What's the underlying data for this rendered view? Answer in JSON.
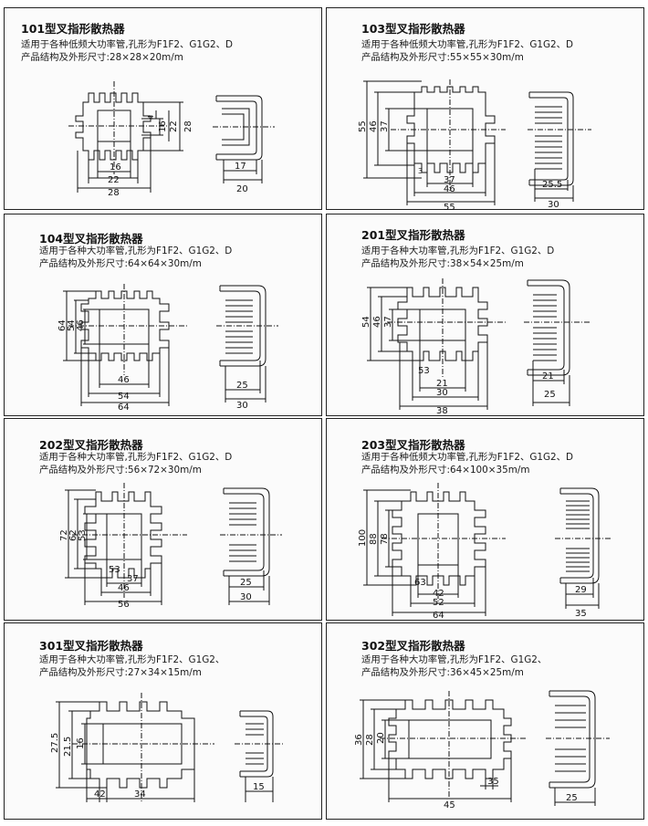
{
  "colors": {
    "ink": "#111111",
    "paper": "#ffffff",
    "panel": "#fbfbfb"
  },
  "products": [
    {
      "title": "101型叉指形散热器",
      "line1": "适用于各种低频大功率管,孔形为F1F2、G1G2、D",
      "line2": "产品结构及外形尺寸:28×28×20m/m",
      "front_dims": {
        "bottom": [
          "16",
          "22",
          "28"
        ],
        "right": [
          "4",
          "16",
          "22",
          "28"
        ]
      },
      "side_dims": [
        "17",
        "20"
      ]
    },
    {
      "title": "103型叉指形散热器",
      "line1": "适用于各种低频大功率管,孔形为F1F2、G1G2、D",
      "line2": "产品结构及外形尺寸:55×55×30m/m",
      "front_dims": {
        "left": [
          "55",
          "46",
          "37"
        ],
        "corner": "3",
        "bottom": [
          "37",
          "46",
          "55"
        ]
      },
      "side_dims": [
        "25.5",
        "30"
      ]
    },
    {
      "title": "104型叉指形散热器",
      "line1": "适用于各种大功率管,孔形为F1F2、G1G2、D",
      "line2": "产品结构及外形尺寸:64×64×30m/m",
      "front_dims": {
        "left": [
          "64",
          "54",
          "46"
        ],
        "bottom": [
          "46",
          "54",
          "64"
        ]
      },
      "side_dims": [
        "25",
        "30"
      ]
    },
    {
      "title": "201型叉指形散热器",
      "line1": "适用于各种大功率管,孔形为F1F2、G1G2、D",
      "line2": "产品结构及外形尺寸:38×54×25m/m",
      "front_dims": {
        "left": [
          "54",
          "46",
          "37"
        ],
        "corner": "53",
        "bottom": [
          "21",
          "30",
          "38"
        ]
      },
      "side_dims": [
        "21",
        "25"
      ]
    },
    {
      "title": "202型叉指形散热器",
      "line1": "适用于各种大功率管,孔形为F1F2、G1G2、D",
      "line2": "产品结构及外形尺寸:56×72×30m/m",
      "front_dims": {
        "left": [
          "72",
          "62",
          "53"
        ],
        "corner": "53",
        "bottom": [
          "37",
          "46",
          "56"
        ]
      },
      "side_dims": [
        "25",
        "30"
      ]
    },
    {
      "title": "203型叉指形散热器",
      "line1": "适用于各种低频大功率管,孔形为F1F2、G1G2、D",
      "line2": "产品结构及外形尺寸:64×100×35m/m",
      "front_dims": {
        "left": [
          "100",
          "88",
          "78"
        ],
        "corner": "63",
        "bottom": [
          "42",
          "52",
          "64"
        ]
      },
      "side_dims": [
        "29",
        "35"
      ]
    },
    {
      "title": "301型叉指形散热器",
      "line1": "适用于各种大功率管,孔形为F1F2、G1G2、",
      "line2": "产品结构及外形尺寸:27×34×15m/m",
      "front_dims": {
        "left": [
          "27.5",
          "21.5",
          "16"
        ],
        "corner": "42",
        "bottom": [
          "34"
        ]
      },
      "side_dims": [
        "15"
      ]
    },
    {
      "title": "302型叉指形散热器",
      "line1": "适用于各种大功率管,孔形为F1F2、G1G2、",
      "line2": "产品结构及外形尺寸:36×45×25m/m",
      "front_dims": {
        "left": [
          "36",
          "28",
          "20"
        ],
        "corner": "35",
        "bottom": [
          "45"
        ]
      },
      "side_dims": [
        "25"
      ]
    }
  ]
}
